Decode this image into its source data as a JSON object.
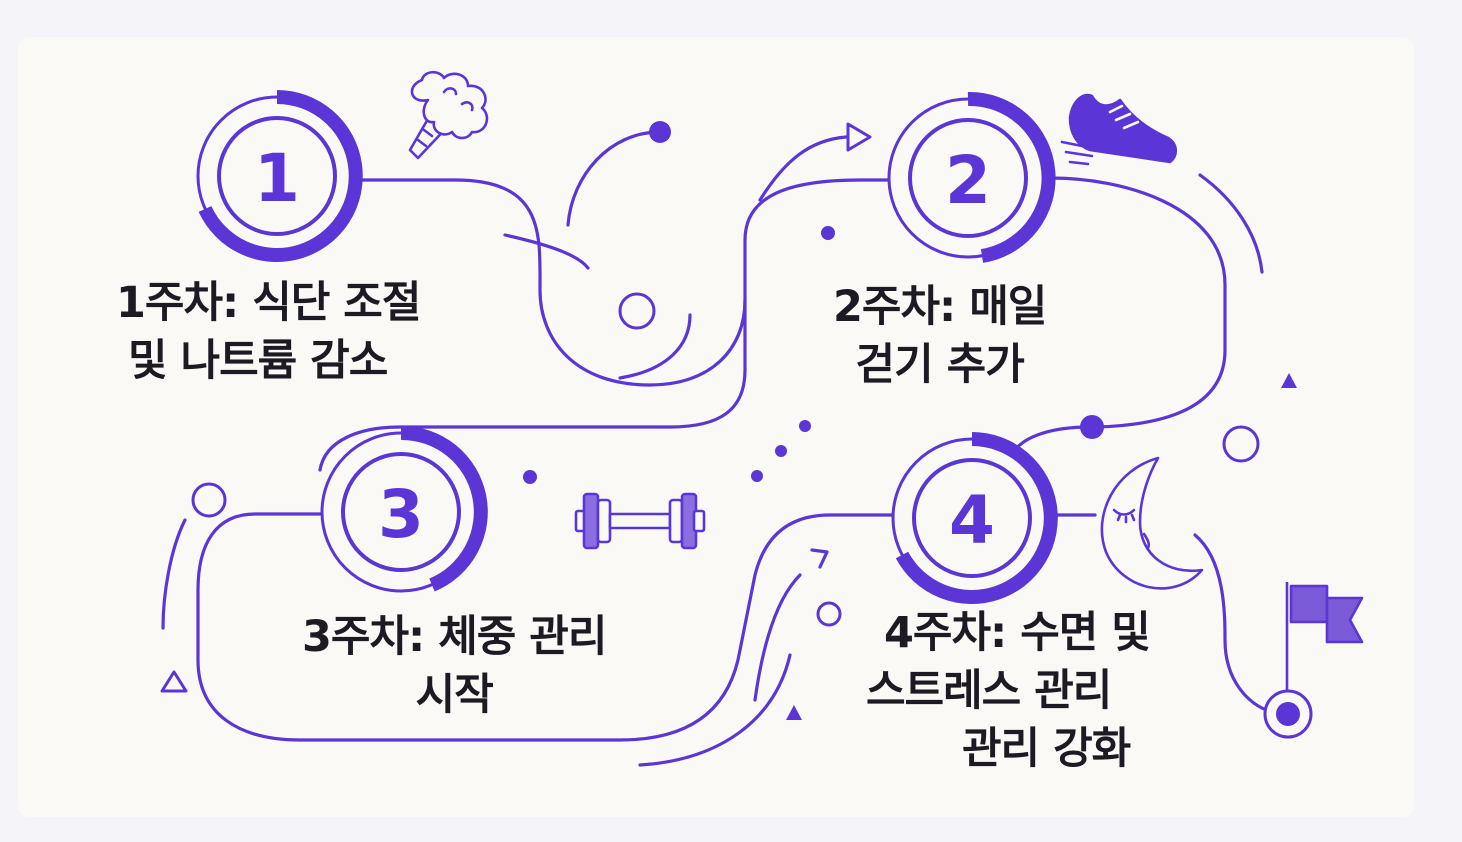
{
  "colors": {
    "background": "#f5f4f9",
    "card": "#fbf9f6",
    "accent": "#5b35d5",
    "text": "#1e1a24"
  },
  "steps": [
    {
      "number": "1",
      "lines": [
        "1주차: 식단 조절",
        "및 나트륨 감소"
      ],
      "icon": "broccoli-icon"
    },
    {
      "number": "2",
      "lines": [
        "2주차: 매일",
        "걷기 추가"
      ],
      "icon": "sneaker-icon"
    },
    {
      "number": "3",
      "lines": [
        "3주차: 체중 관리",
        "시작"
      ],
      "icon": "dumbbell-icon"
    },
    {
      "number": "4",
      "lines": [
        "4주차: 수면 및",
        "스트레스 관리",
        "관리 강화"
      ],
      "icon": "moon-icon"
    }
  ],
  "decorations": [
    "flag-icon"
  ]
}
